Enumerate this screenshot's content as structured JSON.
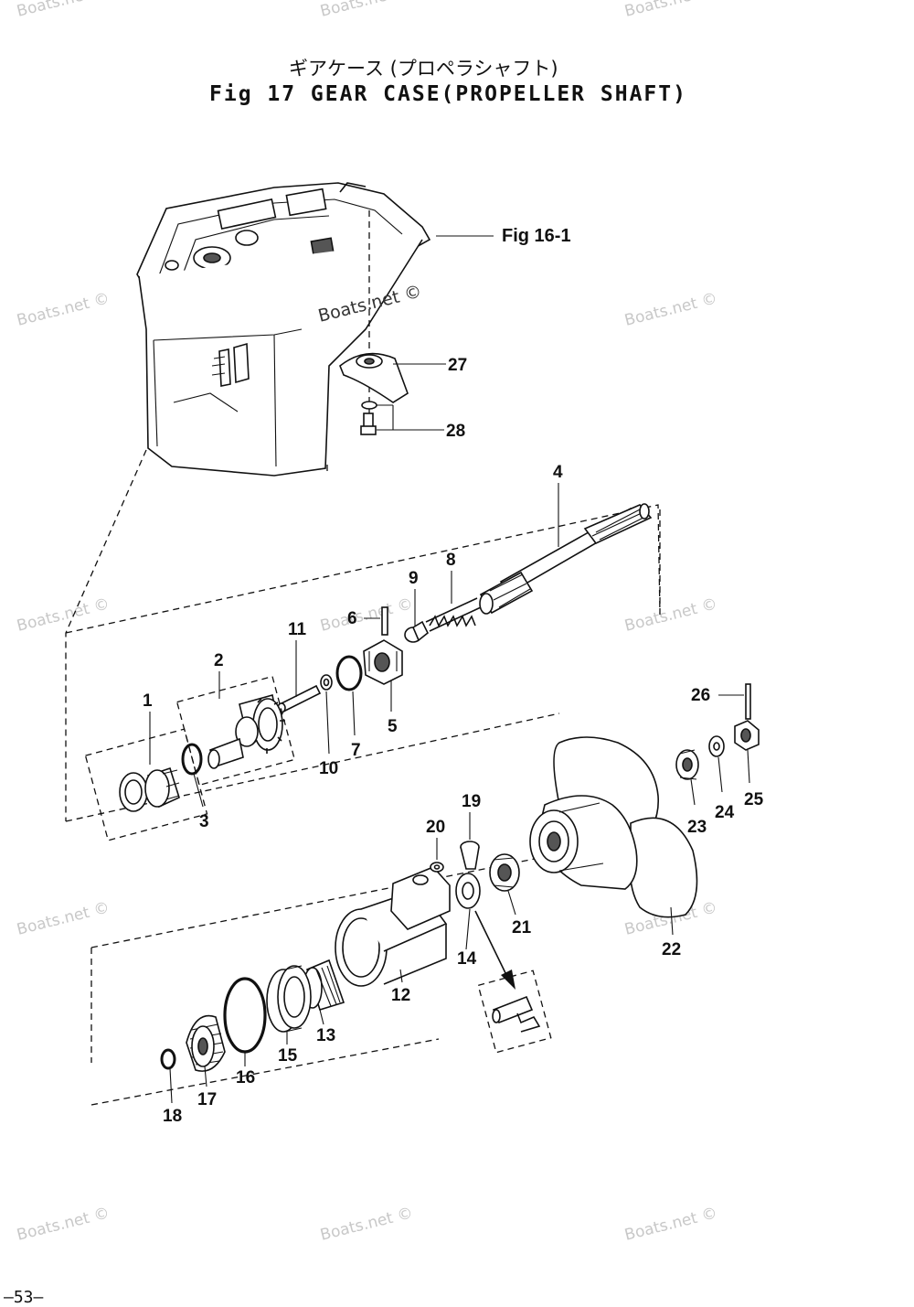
{
  "title": {
    "jp": "ギアケース (プロペラシャフト)",
    "en": "Fig 17  GEAR CASE(PROPELLER SHAFT)"
  },
  "reference": "Fig 16-1",
  "watermark": "Boats.net ©",
  "page_number": "–53–",
  "part_labels": {
    "p1": "1",
    "p2": "2",
    "p3": "3",
    "p4": "4",
    "p5": "5",
    "p6": "6",
    "p7": "7",
    "p8": "8",
    "p9": "9",
    "p10": "10",
    "p11": "11",
    "p12": "12",
    "p13": "13",
    "p14": "14",
    "p15": "15",
    "p16": "16",
    "p17": "17",
    "p18": "18",
    "p19": "19",
    "p20": "20",
    "p21": "21",
    "p22": "22",
    "p23": "23",
    "p24": "24",
    "p25": "25",
    "p26": "26",
    "p27": "27",
    "p28": "28"
  }
}
